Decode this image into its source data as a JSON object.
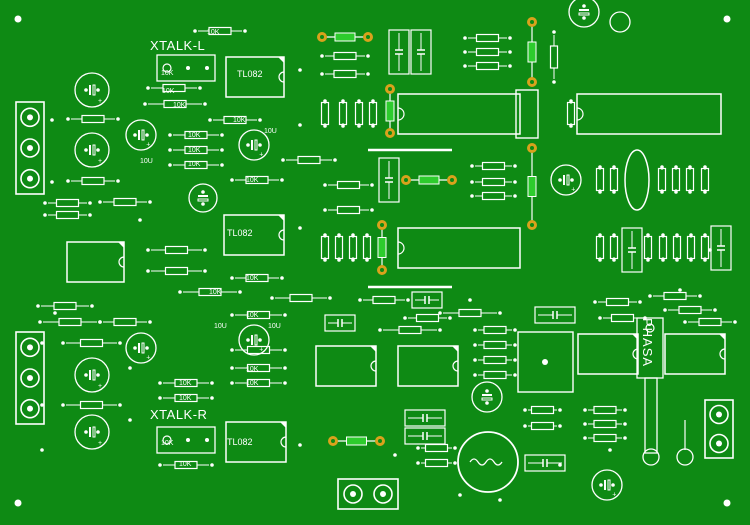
{
  "board": {
    "labels": {
      "xtalk_l": "XTALK-L",
      "xtalk_r": "XTALK-R",
      "phasa": "PHASA"
    },
    "opamp_part": "TL082",
    "resistor_value": "10K",
    "cap_value": "10U",
    "colors": {
      "board": "#0e8a14",
      "silk": "#ffffff",
      "pad": "#d9a21c",
      "jumper": "#2dcc2d"
    }
  }
}
